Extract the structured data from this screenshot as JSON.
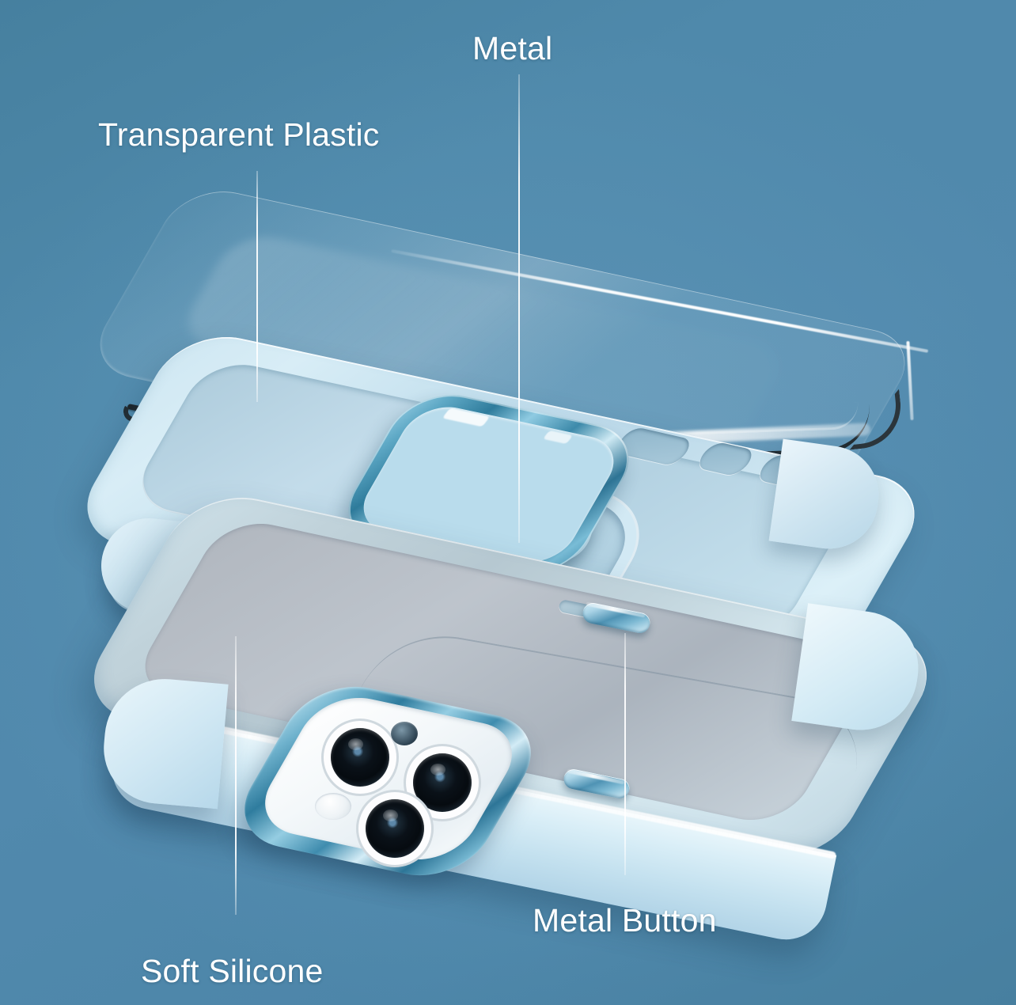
{
  "diagram": {
    "subject": "Exploded view of a transparent-back phone case with silicone frame and metal camera ring",
    "background_color": "#5189ad",
    "label_color": "#ffffff"
  },
  "labels": [
    {
      "id": "transparent-plastic",
      "text": "Transparent Plastic",
      "points_to": "clear-back-plate"
    },
    {
      "id": "metal",
      "text": "Metal",
      "points_to": "metal-camera-ring"
    },
    {
      "id": "soft-silicone",
      "text": "Soft Silicone",
      "points_to": "silicone-frame"
    },
    {
      "id": "metal-button",
      "text": "Metal Button",
      "points_to": "side-metal-button"
    }
  ],
  "layers": [
    {
      "name": "Transparent Plastic",
      "description": "Clear rigid back plate, top of the stack",
      "color": "#dff0f8"
    },
    {
      "name": "Metal",
      "description": "Teal metallic camera bezel ring",
      "color": "#2f7c9c"
    },
    {
      "name": "Soft Silicone",
      "description": "Light blue soft silicone frame with port cutouts",
      "color": "#cfe7f2"
    },
    {
      "name": "Metal Button",
      "description": "Teal metallic side buttons",
      "color": "#4f93b4"
    }
  ],
  "camera": {
    "lens_count": 3,
    "has_flash": true,
    "has_lidar": true,
    "bezel_color": "#2f7c9c"
  },
  "cutouts": {
    "count": 4,
    "description": "Speaker and microphone port openings on the silicone frame top rail"
  },
  "buttons": {
    "count": 2,
    "description": "Volume and power metal side buttons"
  }
}
